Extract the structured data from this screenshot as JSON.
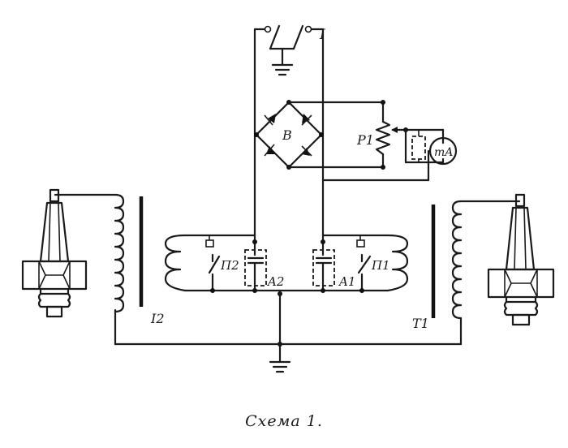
{
  "labels": {
    "switch_main": "I",
    "bridge": "B",
    "rheostat": "P1",
    "ammeter": "mA",
    "relay_contact_2": "П2",
    "relay_contact_1": "П1",
    "arrester_2": "A2",
    "arrester_1": "A1",
    "transformer_2": "I2",
    "transformer_1": "T1"
  },
  "caption": "Схема 1."
}
